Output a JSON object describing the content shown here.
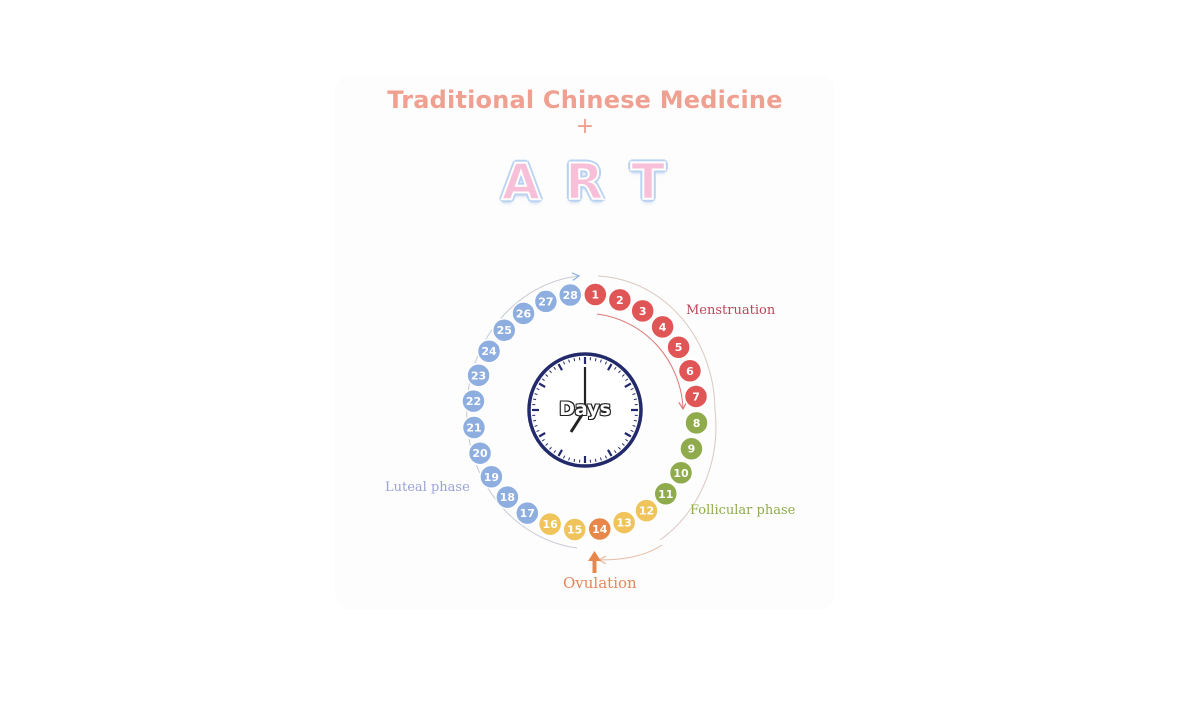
{
  "header": {
    "title": "Traditional Chinese Medicine",
    "plus": "+",
    "art_letters": [
      "A",
      "R",
      "T"
    ]
  },
  "clock": {
    "label": "Days"
  },
  "cycle": {
    "days": [
      "1",
      "2",
      "3",
      "4",
      "5",
      "6",
      "7",
      "8",
      "9",
      "10",
      "11",
      "12",
      "13",
      "14",
      "15",
      "16",
      "17",
      "18",
      "19",
      "20",
      "21",
      "22",
      "23",
      "24",
      "25",
      "26",
      "27",
      "28"
    ],
    "phases": [
      {
        "name": "Menstruation",
        "days": [
          1,
          2,
          3,
          4,
          5,
          6,
          7
        ],
        "color": "#e05555",
        "label_color": "#b8485a"
      },
      {
        "name": "Follicular phase",
        "days": [
          8,
          9,
          10,
          11
        ],
        "color": "#8fab4c",
        "label_color": "#8fab4c"
      },
      {
        "name": "Ovulation",
        "days": [
          12,
          13,
          14,
          15,
          16
        ],
        "color": "#f0c45a",
        "label_color": "#e8855a"
      },
      {
        "name": "Luteal phase",
        "days": [
          17,
          18,
          19,
          20,
          21,
          22,
          23,
          24,
          25,
          26,
          27,
          28
        ],
        "color": "#8eaee0",
        "label_color": "#9aa3d6"
      }
    ],
    "ovulation_day_color": "#e8874a"
  },
  "labels": {
    "menstruation": "Menstruation",
    "follicular": "Follicular phase",
    "ovulation": "Ovulation",
    "luteal": "Luteal phase"
  }
}
